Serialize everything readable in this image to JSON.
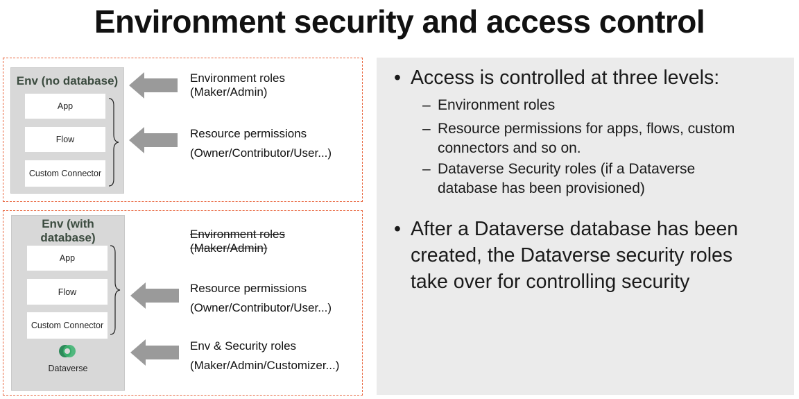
{
  "title": "Environment security and access control",
  "colors": {
    "dashed_border": "#e8643c",
    "env_bg": "#d8d8d8",
    "arrow": "#9a9a9a",
    "right_bg": "#ebebeb",
    "env_title": "#3b4b3f"
  },
  "panel1": {
    "env_title": "Env (no database)",
    "resources": [
      "App",
      "Flow",
      "Custom Connector"
    ],
    "labels": [
      {
        "line1": "Environment roles",
        "line2": "(Maker/Admin)"
      },
      {
        "line1": "Resource permissions",
        "line2": "(Owner/Contributor/User...)"
      }
    ]
  },
  "panel2": {
    "env_title_line1": "Env (with",
    "env_title_line2": "database)",
    "resources": [
      "App",
      "Flow",
      "Custom Connector"
    ],
    "dataverse_label": "Dataverse",
    "labels": [
      {
        "line1": "Environment roles",
        "line2": "(Maker/Admin)",
        "struck": true
      },
      {
        "line1": "Resource permissions",
        "line2": "(Owner/Contributor/User...)"
      },
      {
        "line1": "Env & Security roles",
        "line2": "(Maker/Admin/Customizer...)"
      }
    ]
  },
  "right": {
    "bullet1": "Access is controlled at three levels:",
    "subs": [
      "Environment roles",
      "Resource permissions for apps, flows, custom connectors and so on.",
      "Dataverse Security roles (if a Dataverse database has been provisioned)"
    ],
    "bullet2": "After a Dataverse database has been created, the Dataverse security roles take over for controlling security"
  }
}
